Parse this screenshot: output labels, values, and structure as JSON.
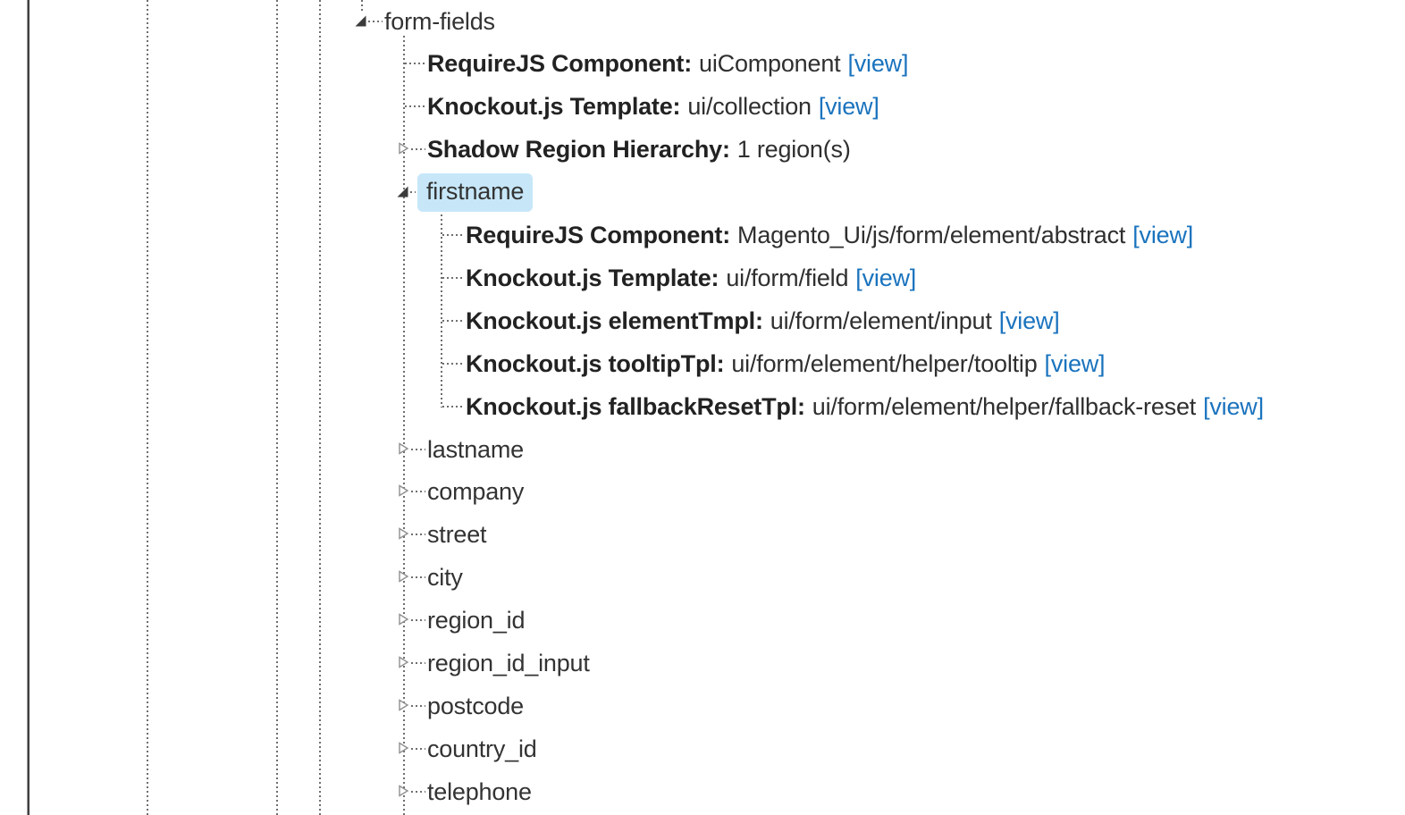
{
  "colors": {
    "selected_node_bg": "#c7e7f9",
    "link_blue": "#1a73be",
    "text": "#2f2f2f",
    "bold_label_text": "#222222",
    "guide_line": "#6e6e6e",
    "panel_divider": "#3f3f3f"
  },
  "icons": {
    "expanded": "expanded-arrow-icon",
    "collapsed": "collapsed-arrow-icon"
  },
  "tree": {
    "rows": [
      {
        "type": "node",
        "name": "form-fields",
        "level": 0,
        "expander": "expanded",
        "selected": false
      },
      {
        "type": "property",
        "level": 1,
        "expander": "none",
        "label": "RequireJS Component:",
        "value": "uiComponent",
        "link": "[view]"
      },
      {
        "type": "property",
        "level": 1,
        "expander": "none",
        "label": "Knockout.js Template:",
        "value": "ui/collection",
        "link": "[view]"
      },
      {
        "type": "property",
        "level": 1,
        "expander": "collapsed",
        "label": "Shadow Region Hierarchy:",
        "value": "1 region(s)",
        "link": ""
      },
      {
        "type": "node",
        "name": "firstname",
        "level": 1,
        "expander": "expanded",
        "selected": true
      },
      {
        "type": "property",
        "level": 2,
        "expander": "none",
        "label": "RequireJS Component:",
        "value": "Magento_Ui/js/form/element/abstract",
        "link": "[view]"
      },
      {
        "type": "property",
        "level": 2,
        "expander": "none",
        "label": "Knockout.js Template:",
        "value": "ui/form/field",
        "link": "[view]"
      },
      {
        "type": "property",
        "level": 2,
        "expander": "none",
        "label": "Knockout.js elementTmpl:",
        "value": "ui/form/element/input",
        "link": "[view]"
      },
      {
        "type": "property",
        "level": 2,
        "expander": "none",
        "label": "Knockout.js tooltipTpl:",
        "value": "ui/form/element/helper/tooltip",
        "link": "[view]"
      },
      {
        "type": "property",
        "level": 2,
        "expander": "none",
        "label": "Knockout.js fallbackResetTpl:",
        "value": "ui/form/element/helper/fallback-reset",
        "link": "[view]"
      },
      {
        "type": "node",
        "name": "lastname",
        "level": 1,
        "expander": "collapsed",
        "selected": false
      },
      {
        "type": "node",
        "name": "company",
        "level": 1,
        "expander": "collapsed",
        "selected": false
      },
      {
        "type": "node",
        "name": "street",
        "level": 1,
        "expander": "collapsed",
        "selected": false
      },
      {
        "type": "node",
        "name": "city",
        "level": 1,
        "expander": "collapsed",
        "selected": false
      },
      {
        "type": "node",
        "name": "region_id",
        "level": 1,
        "expander": "collapsed",
        "selected": false
      },
      {
        "type": "node",
        "name": "region_id_input",
        "level": 1,
        "expander": "collapsed",
        "selected": false
      },
      {
        "type": "node",
        "name": "postcode",
        "level": 1,
        "expander": "collapsed",
        "selected": false
      },
      {
        "type": "node",
        "name": "country_id",
        "level": 1,
        "expander": "collapsed",
        "selected": false
      },
      {
        "type": "node",
        "name": "telephone",
        "level": 1,
        "expander": "collapsed",
        "selected": false
      }
    ]
  }
}
